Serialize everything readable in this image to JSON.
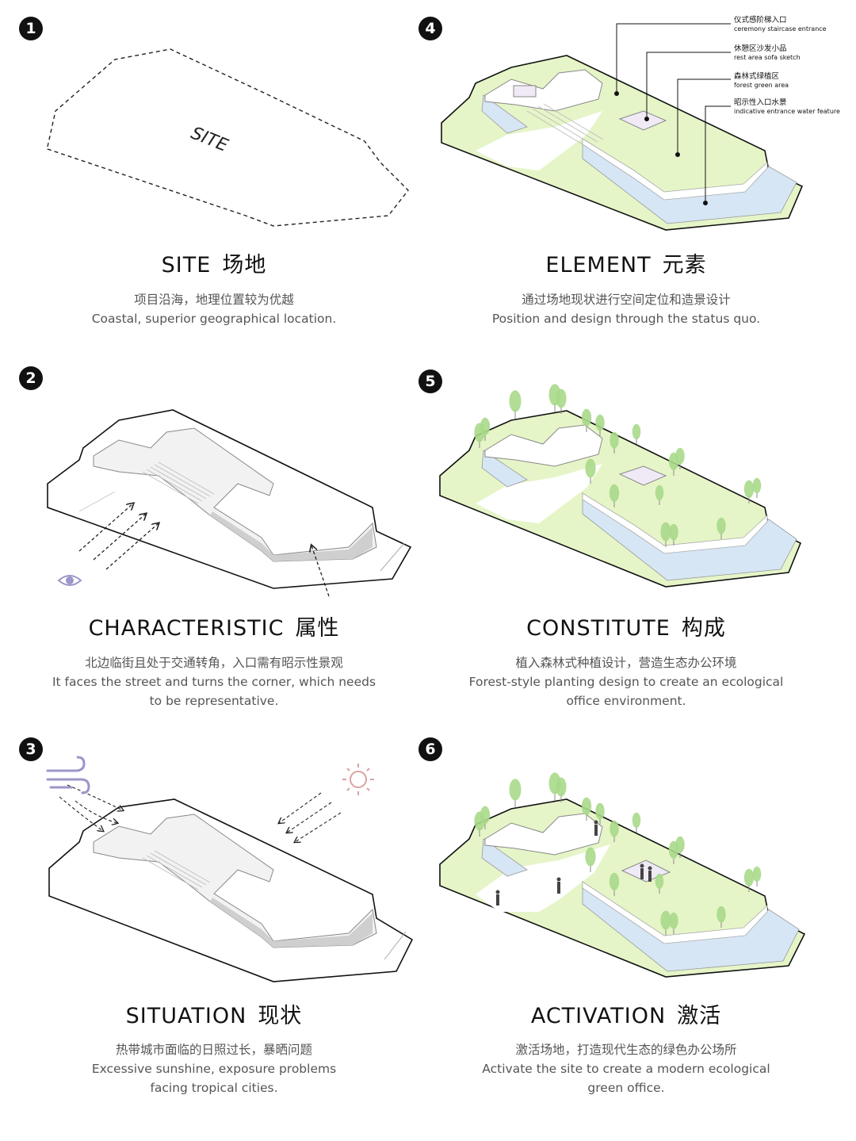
{
  "panels": [
    {
      "number": "1",
      "title_en": "SITE",
      "title_cn": "场地",
      "desc_cn": "项目沿海，地理位置较为优越",
      "desc_en": [
        "Coastal, superior geographical location."
      ],
      "site_label": "SITE"
    },
    {
      "number": "2",
      "title_en": "CHARACTERISTIC",
      "title_cn": "属性",
      "desc_cn": "北边临街且处于交通转角，入口需有昭示性景观",
      "desc_en": [
        "It faces the street and turns the corner, which needs",
        "to be representative."
      ]
    },
    {
      "number": "3",
      "title_en": "SITUATION",
      "title_cn": "现状",
      "desc_cn": "热带城市面临的日照过长，暴晒问题",
      "desc_en": [
        "Excessive sunshine, exposure problems",
        "facing tropical cities."
      ]
    },
    {
      "number": "4",
      "title_en": "ELEMENT",
      "title_cn": "元素",
      "desc_cn": "通过场地现状进行空间定位和造景设计",
      "desc_en": [
        "Position and design through the status quo."
      ]
    },
    {
      "number": "5",
      "title_en": "CONSTITUTE",
      "title_cn": "构成",
      "desc_cn": "植入森林式种植设计，营造生态办公环境",
      "desc_en": [
        "Forest-style planting design to create an ecological",
        "office environment."
      ]
    },
    {
      "number": "6",
      "title_en": "ACTIVATION",
      "title_cn": "激活",
      "desc_cn": "激活场地，打造现代生态的绿色办公场所",
      "desc_en": [
        "Activate the site to create a modern ecological",
        "green office."
      ]
    }
  ],
  "callouts": [
    {
      "cn": "仪式感阶梯入口",
      "en": "ceremony staircase entrance"
    },
    {
      "cn": "休憩区沙发小品",
      "en": "rest area sofa sketch"
    },
    {
      "cn": "森林式绿植区",
      "en": "forest green area"
    },
    {
      "cn": "昭示性入口水景",
      "en": "indicative entrance water feature"
    }
  ],
  "icons": {
    "eye": "eye-icon",
    "wind": "wind-icon",
    "sun": "sun-icon"
  },
  "colors": {
    "green": "#e6f5c8",
    "water": "#d6e6f5",
    "tree": "#a9d98a",
    "shadow": "#c8c8c8",
    "icon_purple": "#9b97c9",
    "sun": "#d9a3a0"
  }
}
